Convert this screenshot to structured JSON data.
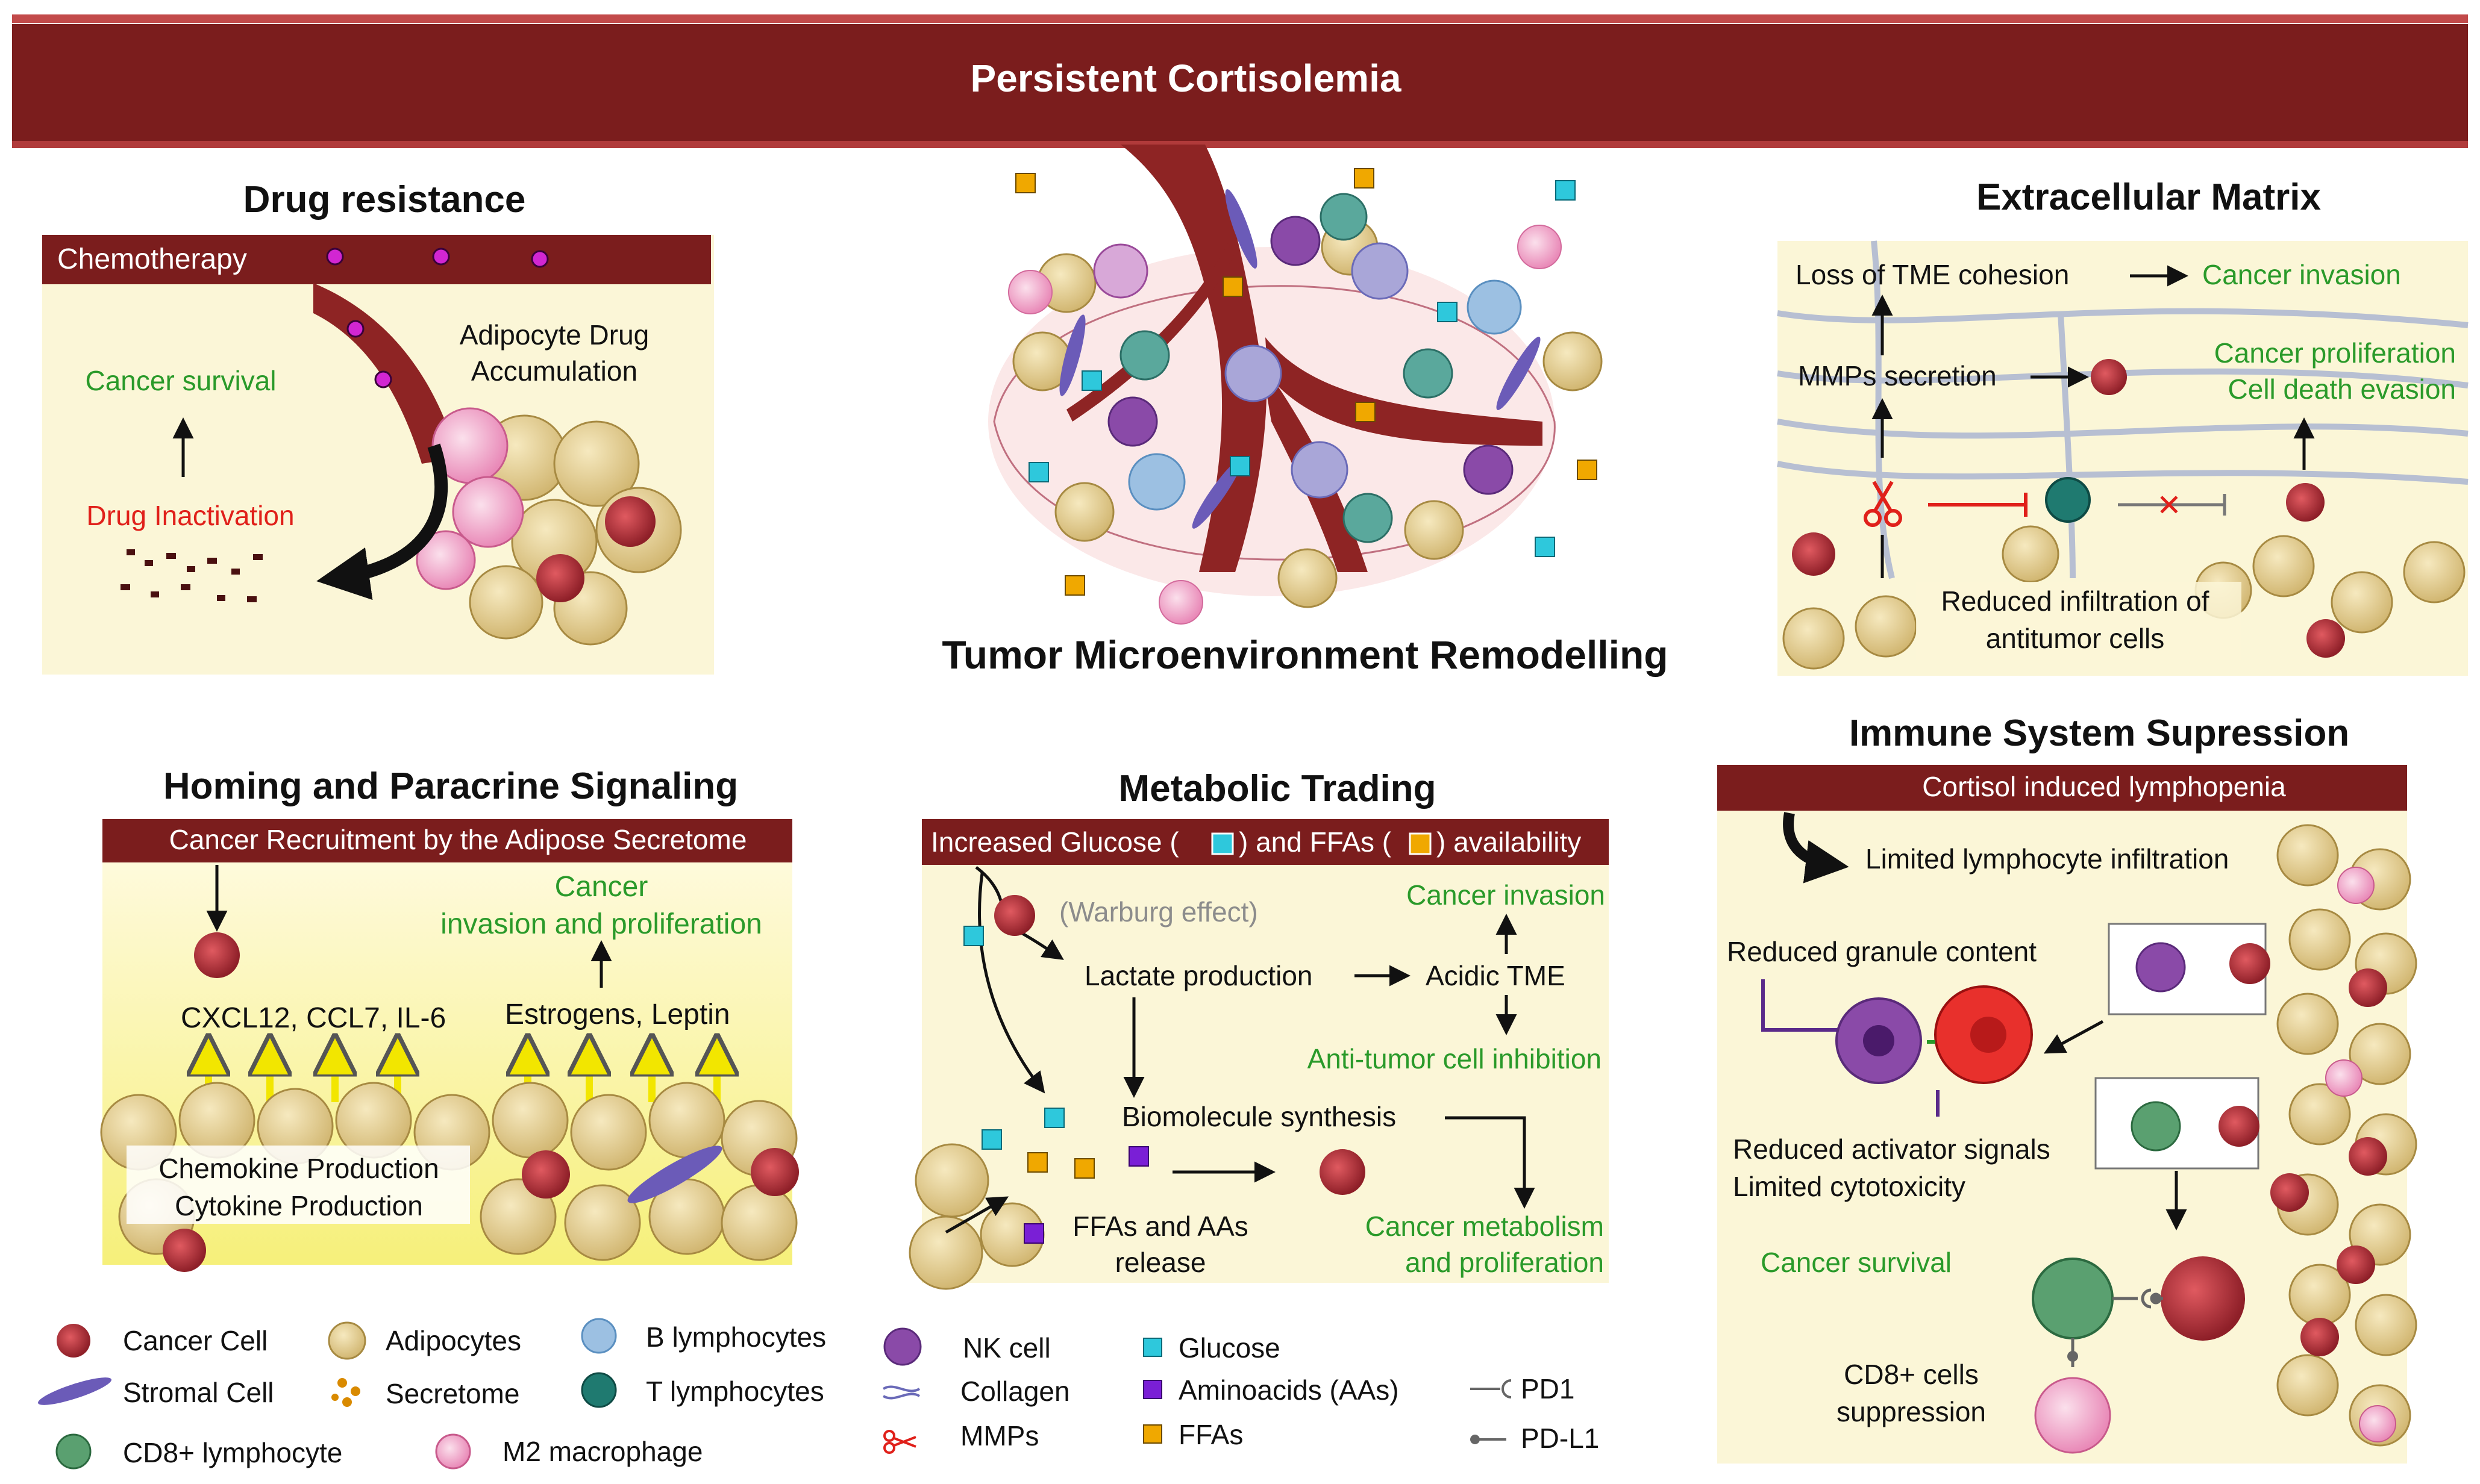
{
  "header": {
    "title": "Persistent Cortisolemia"
  },
  "center": {
    "title": "Tumor Microenvironment Remodelling"
  },
  "drug_resistance": {
    "title": "Drug resistance",
    "chemotherapy": "Chemotherapy",
    "adipocyte_accumulation_line1": "Adipocyte Drug",
    "adipocyte_accumulation_line2": "Accumulation",
    "cancer_survival": "Cancer survival",
    "drug_inactivation": "Drug Inactivation"
  },
  "ecm": {
    "title": "Extracellular Matrix",
    "loss_cohesion": "Loss of TME cohesion",
    "cancer_invasion": "Cancer invasion",
    "mmps_secretion": "MMPs secretion",
    "cancer_proliferation": "Cancer proliferation",
    "cell_death_evasion": "Cell death evasion",
    "reduced_infiltration_line1": "Reduced infiltration of",
    "reduced_infiltration_line2": "antitumor cells"
  },
  "homing": {
    "title": "Homing and Paracrine Signaling",
    "banner": "Cancer Recruitment by the Adipose Secretome",
    "cancer_line1": "Cancer",
    "cancer_line2": "invasion and proliferation",
    "chemokines": "CXCL12, CCL7, IL-6",
    "hormones": "Estrogens, Leptin",
    "chemokine_production": "Chemokine Production",
    "cytokine_production": "Cytokine Production"
  },
  "metabolic": {
    "title": "Metabolic Trading",
    "banner_part1": "Increased Glucose (",
    "banner_part2": ") and FFAs (",
    "banner_part3": ") availability",
    "warburg": "(Warburg effect)",
    "cancer_invasion": "Cancer invasion",
    "lactate": "Lactate production",
    "acidic": "Acidic TME",
    "antitumor_inhibition": "Anti-tumor cell inhibition",
    "biomolecule": "Biomolecule synthesis",
    "ffas_line1": "FFAs and AAs",
    "ffas_line2": "release",
    "metabolism_line1": "Cancer metabolism",
    "metabolism_line2": "and proliferation"
  },
  "immune": {
    "title": "Immune System Supression",
    "banner": "Cortisol induced lymphopenia",
    "limited_infiltration": "Limited lymphocyte infiltration",
    "reduced_granule": "Reduced granule content",
    "reduced_activator": "Reduced activator signals",
    "limited_cytotoxicity": "Limited cytotoxicity",
    "cancer_survival": "Cancer survival",
    "cd8_line1": "CD8+ cells",
    "cd8_line2": "suppression"
  },
  "legend": {
    "cancer_cell": "Cancer Cell",
    "stromal_cell": "Stromal Cell",
    "cd8_lymphocyte": "CD8+ lymphocyte",
    "adipocytes": "Adipocytes",
    "secretome": "Secretome",
    "m2_macrophage": "M2 macrophage",
    "b_lymphocytes": "B lymphocytes",
    "t_lymphocytes": "T lymphocytes",
    "nk_cell": "NK cell",
    "collagen": "Collagen",
    "mmps": "MMPs",
    "glucose": "Glucose",
    "aminoacids": "Aminoacids (AAs)",
    "ffas": "FFAs",
    "pd1": "PD1",
    "pdl1": "PD-L1"
  },
  "colors": {
    "banner": "#7b1d1d",
    "panel_bg": "#fbf6d7",
    "cancer_cell": "#b8323a",
    "adipocyte": "#e6d29a",
    "glucose": "#2ec8dc",
    "aminoacid": "#7a1fd6",
    "ffa": "#f0a800",
    "nk_cell": "#8a4aa8",
    "t_lymphocyte": "#1f7a70",
    "b_lymphocyte": "#7fb4dc",
    "cd8": "#5aa070",
    "m2": "#f0a8d0",
    "green_text": "#2a9a2a",
    "red_text": "#e0201a"
  }
}
